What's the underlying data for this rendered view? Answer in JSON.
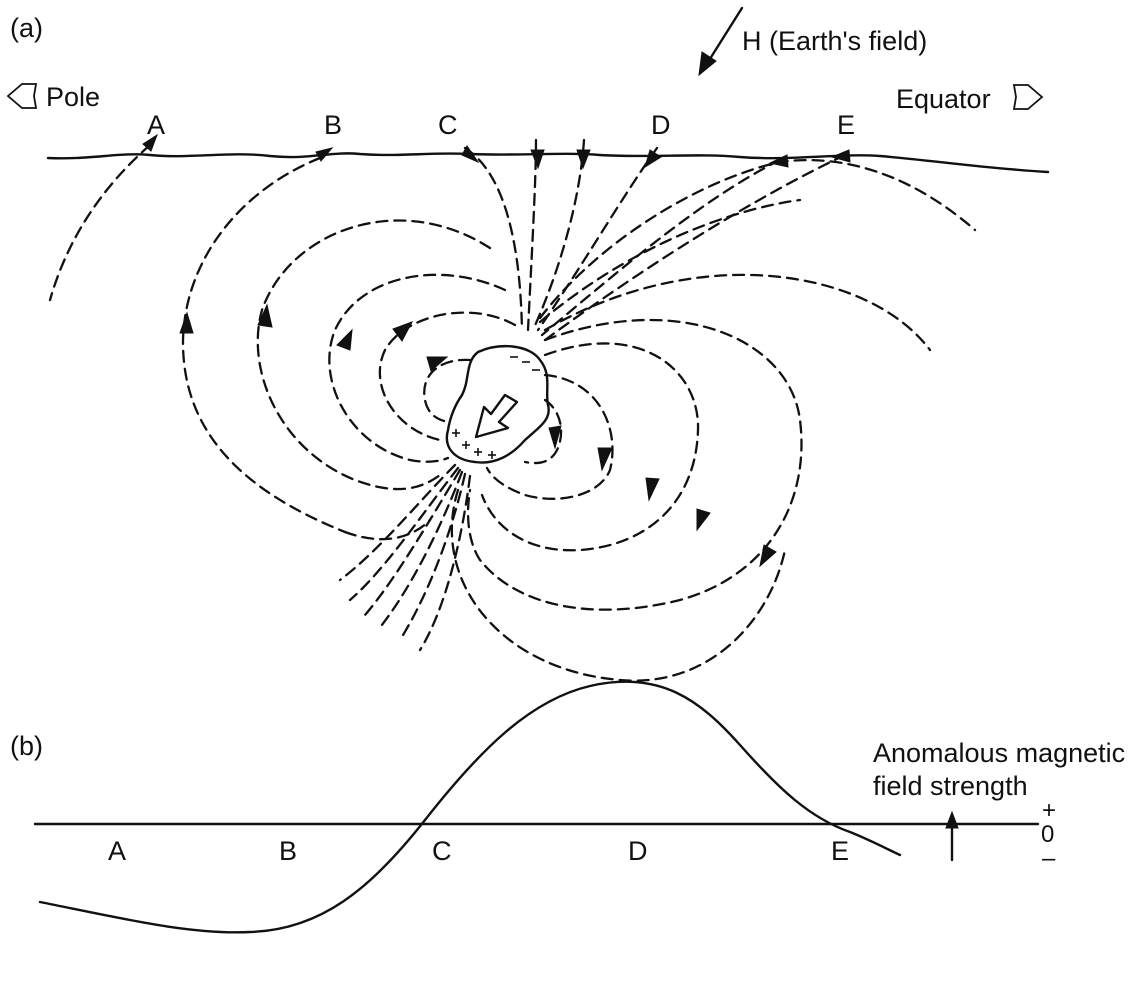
{
  "panel_a": {
    "label": "(a)",
    "field_label": "H (Earth's field)",
    "pole_label": "Pole",
    "equator_label": "Equator",
    "stations": [
      "A",
      "B",
      "C",
      "D",
      "E"
    ]
  },
  "panel_b": {
    "label": "(b)",
    "axis_title_line1": "Anomalous magnetic",
    "axis_title_line2": "field strength",
    "plus": "+",
    "zero": "0",
    "minus": "–",
    "stations": [
      "A",
      "B",
      "C",
      "D",
      "E"
    ]
  }
}
